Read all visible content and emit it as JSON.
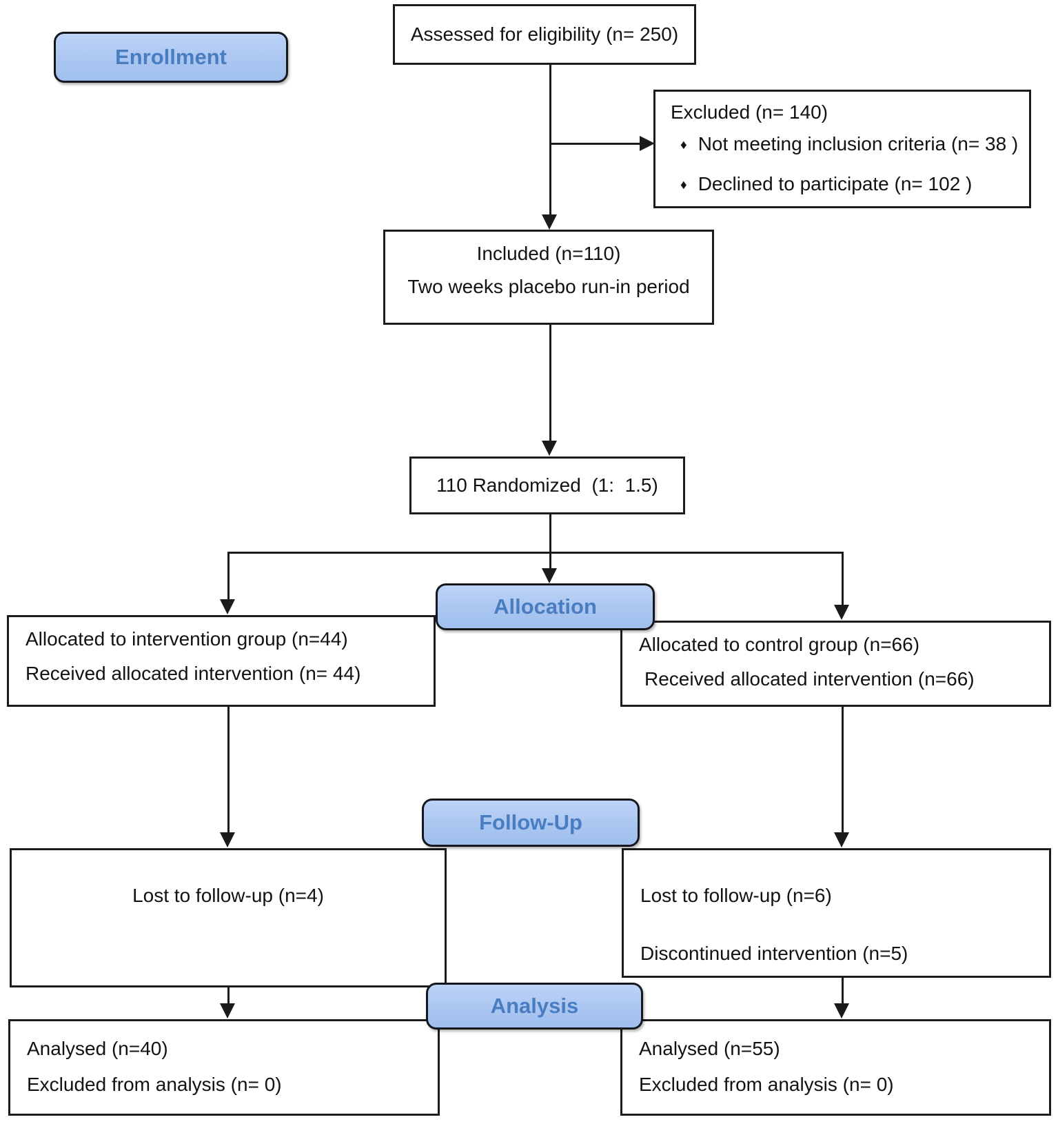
{
  "diagram": {
    "stages": {
      "enrollment": "Enrollment",
      "allocation": "Allocation",
      "followup": "Follow-Up",
      "analysis": "Analysis"
    },
    "boxes": {
      "assessed": {
        "text": "Assessed for eligibility (n= 250)"
      },
      "excluded": {
        "title": "Excluded (n= 140)",
        "bullet_icon": "♦",
        "bullets": [
          "Not meeting inclusion criteria (n= 38 )",
          "Declined to participate (n= 102 )"
        ]
      },
      "included": {
        "lines": [
          "Included (n=110)",
          "Two weeks placebo run-in period"
        ]
      },
      "randomized": {
        "text": "110 Randomized  (1:  1.5)"
      },
      "alloc_left": {
        "lines": [
          "Allocated to intervention group (n=44)",
          "Received allocated intervention (n= 44)"
        ]
      },
      "alloc_right": {
        "lines": [
          "Allocated to control group (n=66)",
          "Received allocated intervention (n=66)"
        ]
      },
      "followup_left": {
        "text": "Lost to follow-up (n=4)"
      },
      "followup_right": {
        "lines": [
          "Lost to follow-up (n=6)",
          "Discontinued intervention (n=5)"
        ]
      },
      "analysis_left": {
        "lines": [
          "Analysed (n=40)",
          "Excluded from analysis (n= 0)"
        ]
      },
      "analysis_right": {
        "lines": [
          "Analysed (n=55)",
          "Excluded from analysis (n= 0)"
        ]
      }
    },
    "colors": {
      "stage_fill": "#aac6f1",
      "stage_text": "#4a7dc0",
      "line": "#1b1b1b"
    }
  }
}
